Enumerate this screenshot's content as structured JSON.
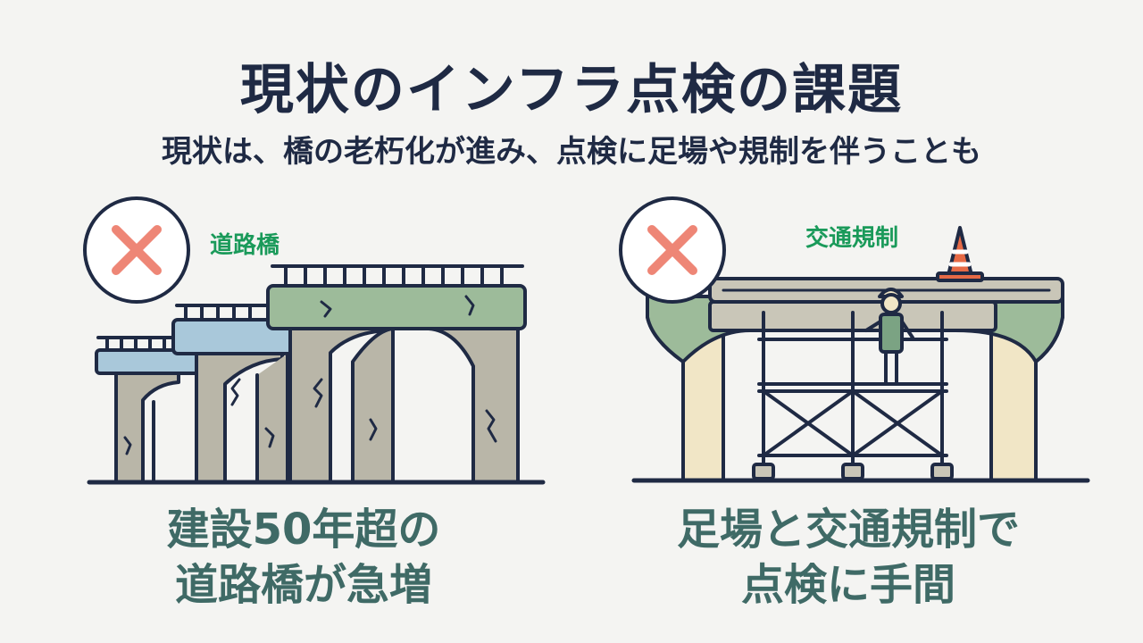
{
  "title": "現状のインフラ点検の課題",
  "subtitle": "現状は、橋の老朽化が進み、点検に足場や規制を伴うことも",
  "left_panel": {
    "tag": "道路橋",
    "icon": "cross-icon",
    "caption_line1": "建設50年超の",
    "caption_line2": "道路橋が急増"
  },
  "right_panel": {
    "tag": "交通規制",
    "icon": "cross-icon",
    "caption_line1": "足場と交通規制で",
    "caption_line2": "点検に手間"
  },
  "colors": {
    "title": "#1f2a44",
    "tag": "#1a9a5a",
    "caption": "#3f6a66",
    "cross": "#ee8676",
    "concrete": "#b9b6a8",
    "deck_blue": "#a9c8da",
    "deck_green": "#9dbb9a",
    "pier_cream": "#f1e6c6",
    "cone": "#e66a46"
  }
}
